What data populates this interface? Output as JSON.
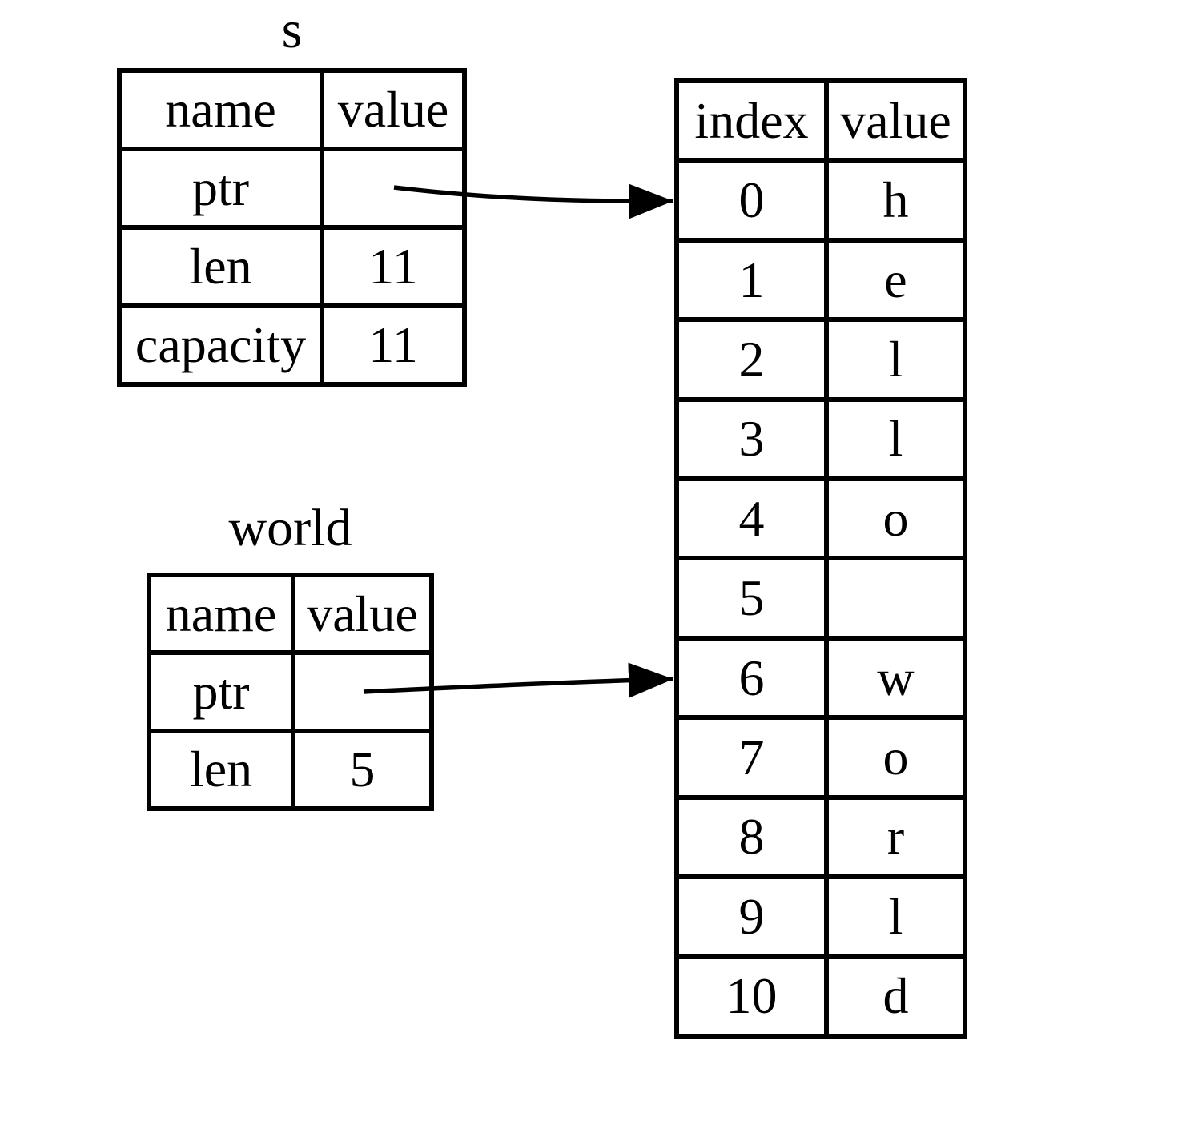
{
  "s_struct": {
    "title": "s",
    "columns": {
      "name": "name",
      "value": "value"
    },
    "rows": [
      {
        "name": "ptr",
        "value": ""
      },
      {
        "name": "len",
        "value": "11"
      },
      {
        "name": "capacity",
        "value": "11"
      }
    ]
  },
  "world_slice": {
    "title": "world",
    "columns": {
      "name": "name",
      "value": "value"
    },
    "rows": [
      {
        "name": "ptr",
        "value": ""
      },
      {
        "name": "len",
        "value": "5"
      }
    ]
  },
  "heap_buffer": {
    "columns": {
      "index": "index",
      "value": "value"
    },
    "rows": [
      {
        "index": "0",
        "value": "h"
      },
      {
        "index": "1",
        "value": "e"
      },
      {
        "index": "2",
        "value": "l"
      },
      {
        "index": "3",
        "value": "l"
      },
      {
        "index": "4",
        "value": "o"
      },
      {
        "index": "5",
        "value": ""
      },
      {
        "index": "6",
        "value": "w"
      },
      {
        "index": "7",
        "value": "o"
      },
      {
        "index": "8",
        "value": "r"
      },
      {
        "index": "9",
        "value": "l"
      },
      {
        "index": "10",
        "value": "d"
      }
    ]
  },
  "arrows": [
    {
      "from": "s.ptr",
      "to": "heap_buffer.index_0"
    },
    {
      "from": "world.ptr",
      "to": "heap_buffer.index_6"
    }
  ],
  "colors": {
    "foreground": "#000000",
    "background": "#ffffff"
  }
}
